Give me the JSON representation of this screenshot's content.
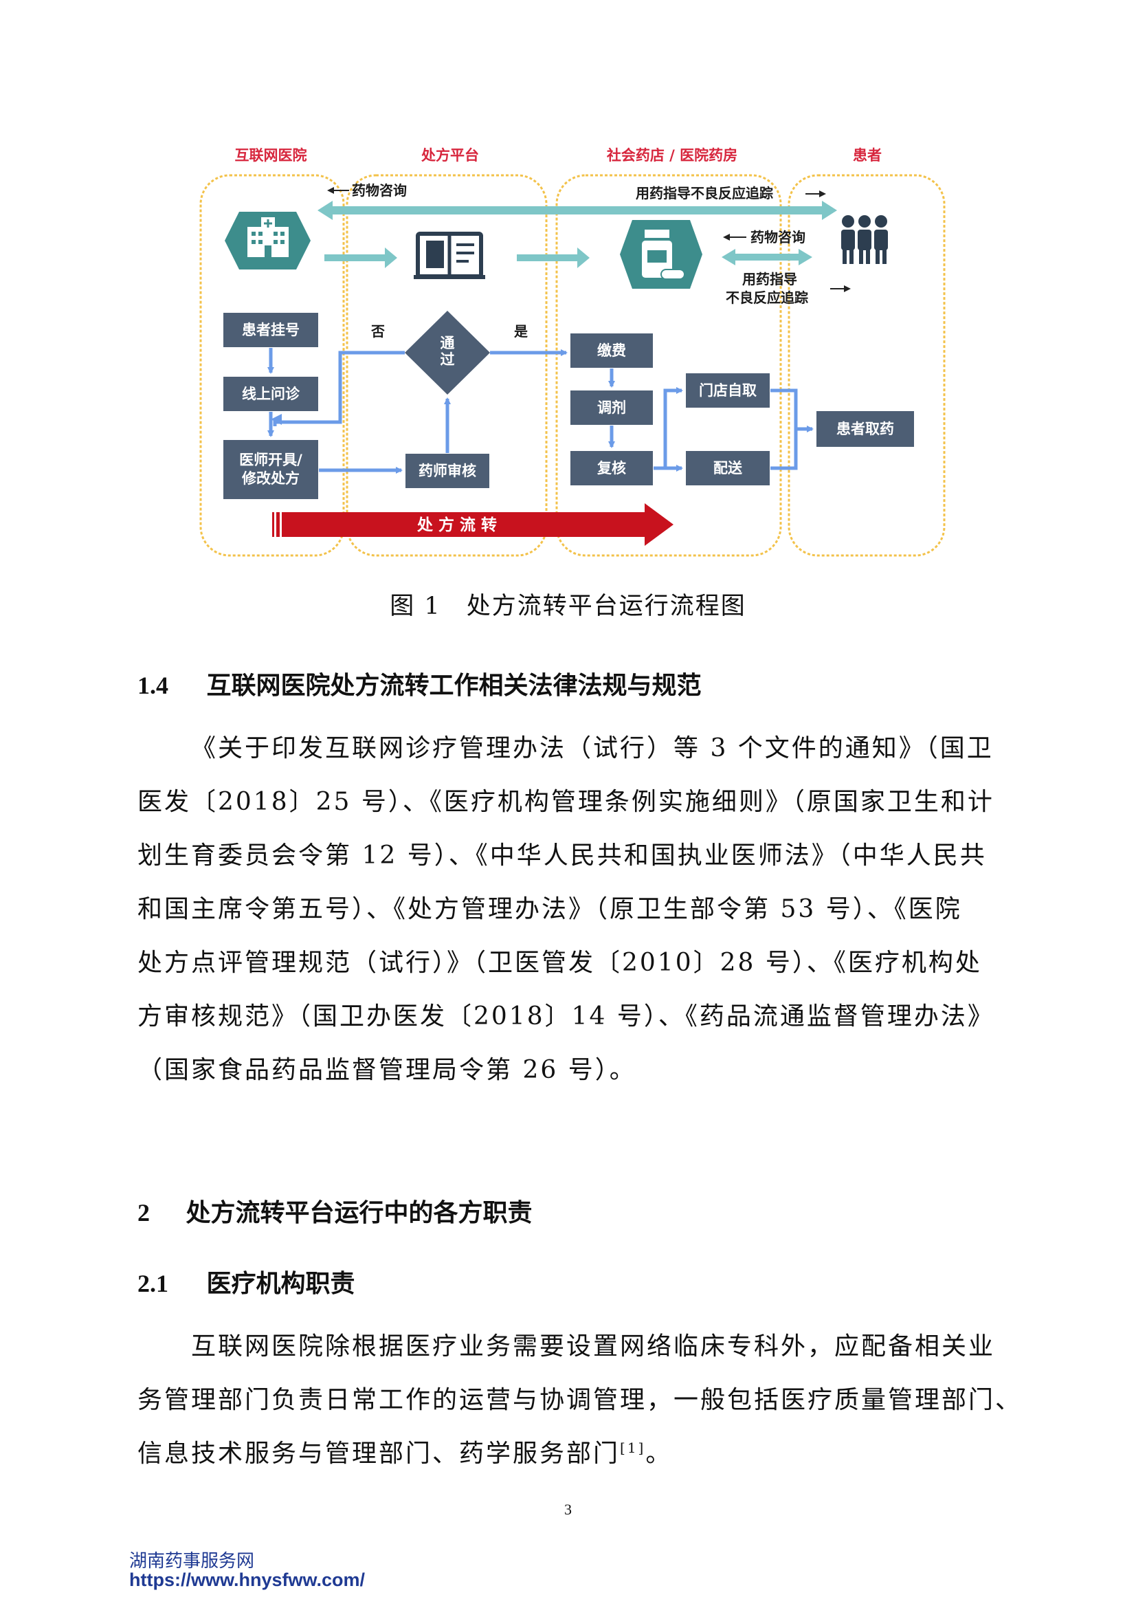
{
  "figure": {
    "lanes": [
      "互联网医院",
      "处方平台",
      "社会药店 / 医院药房",
      "患者"
    ],
    "top_labels": {
      "drug_consult_left": "药物咨询",
      "guidance_tracking": "用药指导不良反应追踪",
      "drug_consult_right": "药物咨询",
      "guidance_line1": "用药指导",
      "guidance_line2": "不良反应追踪"
    },
    "icons": [
      "hospital-icon",
      "prescription-book-icon",
      "medicine-bottle-icon",
      "patients-icon"
    ],
    "boxes": {
      "register": "患者挂号",
      "online_consult": "线上问诊",
      "doctor_rx_1": "医师开具/",
      "doctor_rx_2": "修改处方",
      "pharmacist_review": "药师审核",
      "pass_1": "通",
      "pass_2": "过",
      "no": "否",
      "yes": "是",
      "pay": "缴费",
      "dispense": "调剂",
      "recheck": "复核",
      "store_pickup": "门店自取",
      "delivery": "配送",
      "patient_pickup": "患者取药"
    },
    "flow_arrow": "处 方 流 转",
    "caption": "图 1　处方流转平台运行流程图"
  },
  "section_1_4": {
    "number": "1.4",
    "title": "互联网医院处方流转工作相关法律法规与规范",
    "lines": [
      "《关于印发互联网诊疗管理办法（试行）等 3 个文件的通知》（国卫",
      "医发〔2018〕25 号）、《医疗机构管理条例实施细则》（原国家卫生和计",
      "划生育委员会令第 12 号）、《中华人民共和国执业医师法》（中华人民共",
      "和国主席令第五号）、《处方管理办法》（原卫生部令第 53 号）、《医院",
      "处方点评管理规范（试行）》（卫医管发〔2010〕28 号）、《医疗机构处",
      "方审核规范》（国卫办医发〔2018〕14 号）、《药品流通监督管理办法》",
      "（国家食品药品监督管理局令第 26 号）。"
    ]
  },
  "section_2": {
    "number": "2",
    "title": "处方流转平台运行中的各方职责"
  },
  "section_2_1": {
    "number": "2.1",
    "title": "医疗机构职责",
    "lines": [
      "互联网医院除根据医疗业务需要设置网络临床专科外，应配备相关业",
      "务管理部门负责日常工作的运营与协调管理，一般包括医疗质量管理部门、",
      "信息技术服务与管理部门、药学服务部门"
    ],
    "citation": "[1]",
    "end": "。"
  },
  "page_number": "3",
  "footer": {
    "site_name": "湖南药事服务网",
    "url": "https://www.hnysfww.com/"
  },
  "colors": {
    "lane_border": "#f3c24a",
    "box_fill": "#4d5e74",
    "arrow_blue": "#6b9be8",
    "teal": "#7ec6c7",
    "red_arrow": "#c8121e",
    "footer_blue": "#1f3a93"
  }
}
